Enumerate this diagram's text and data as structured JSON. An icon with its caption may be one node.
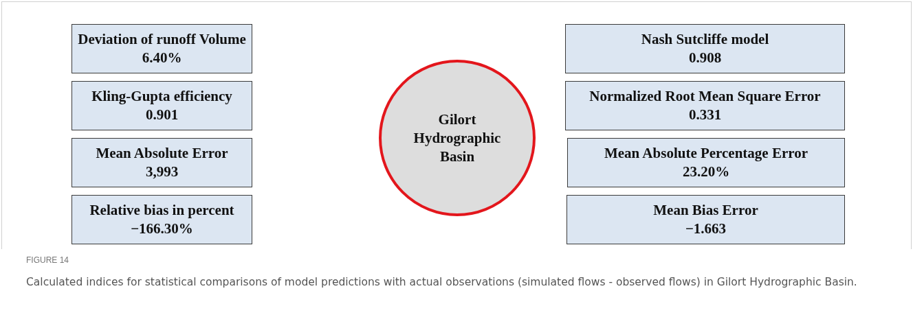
{
  "diagram": {
    "title": "FIGURE 14",
    "caption": "Calculated indices for statistical comparisons of model predictions with actual observations (simulated flows - observed flows) in Gilort Hydrographic Basin.",
    "nodes": [
      {
        "text": [
          "Deviation of runoff Volume",
          "6.40%"
        ]
      },
      {
        "text": [
          "Nash Sutcliffe model",
          "0.908"
        ]
      },
      {
        "text": [
          "Kling-Gupta efficiency",
          "0.901"
        ]
      },
      {
        "text": [
          "Gilort Hydrographic Basin"
        ]
      },
      {
        "text": [
          "Normalized Root Mean Square Error",
          "0.331"
        ]
      },
      {
        "text": [
          "Mean Absolute Error",
          "3,993"
        ]
      },
      {
        "text": [
          "Mean Absolute Percentage Error",
          "23.20%"
        ]
      },
      {
        "text": [
          "Relative bias in percent",
          "−166.30%"
        ]
      },
      {
        "text": [
          "Mean Bias Error",
          "−1.663"
        ]
      }
    ],
    "edges": []
  }
}
